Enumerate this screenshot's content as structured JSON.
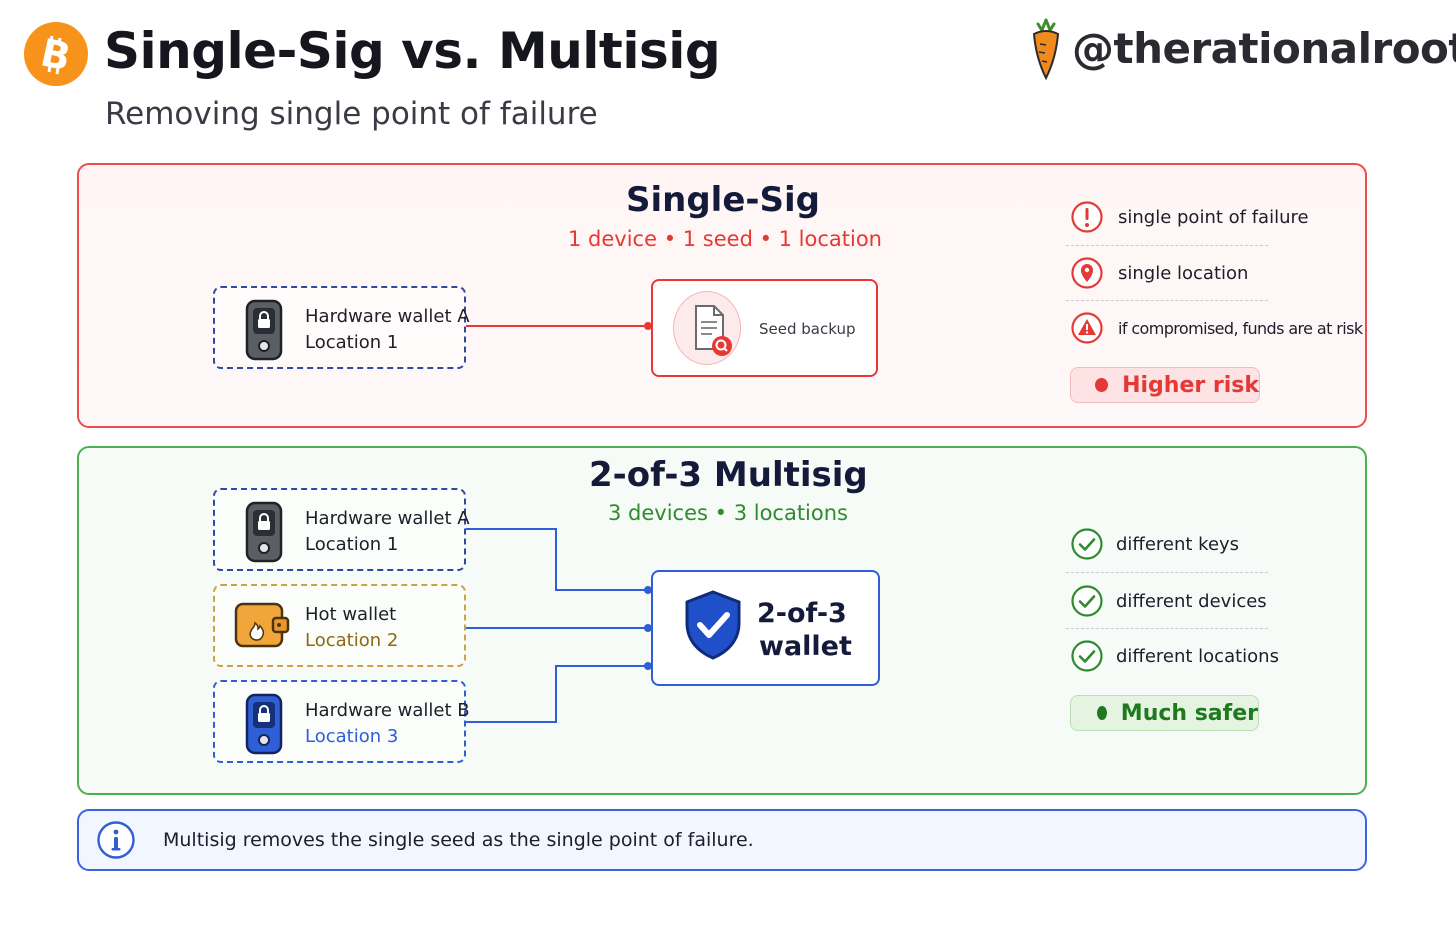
{
  "header": {
    "title": "Single-Sig vs. Multisig",
    "subtitle": "Removing single point of failure",
    "handle": "@therationalroot"
  },
  "single": {
    "title": "Single-Sig",
    "subtitle": "1 device • 1 seed • 1 location",
    "wallet": {
      "name": "Hardware wallet A",
      "location": "Location 1"
    },
    "backup_label": "Seed backup",
    "risks": [
      {
        "icon": "exclamation-icon",
        "text": "single point of failure"
      },
      {
        "icon": "location-pin-icon",
        "text": "single location"
      },
      {
        "icon": "warning-triangle-icon",
        "text": "if compromised, funds are at risk"
      }
    ],
    "badge": "Higher risk"
  },
  "multi": {
    "title": "2-of-3 Multisig",
    "subtitle": "3 devices • 3 locations",
    "wallets": [
      {
        "name": "Hardware wallet A",
        "location": "Location 1"
      },
      {
        "name": "Hot wallet",
        "location": "Location 2"
      },
      {
        "name": "Hardware wallet B",
        "location": "Location 3"
      }
    ],
    "center_line1": "2-of-3",
    "center_line2": "wallet",
    "benefits": [
      {
        "icon": "check-circle-icon",
        "text": "different keys"
      },
      {
        "icon": "check-circle-icon",
        "text": "different devices"
      },
      {
        "icon": "check-circle-icon",
        "text": "different locations"
      }
    ],
    "badge": "Much safer"
  },
  "info": {
    "text": "Multisig removes the single seed as the single point of failure."
  },
  "colors": {
    "bitcoin_orange": "#f7931a",
    "risk_red": "#e53935",
    "safe_green": "#2e8b2e",
    "link_blue": "#2f5fd6",
    "hot_wallet_gold": "#8a6a12"
  }
}
